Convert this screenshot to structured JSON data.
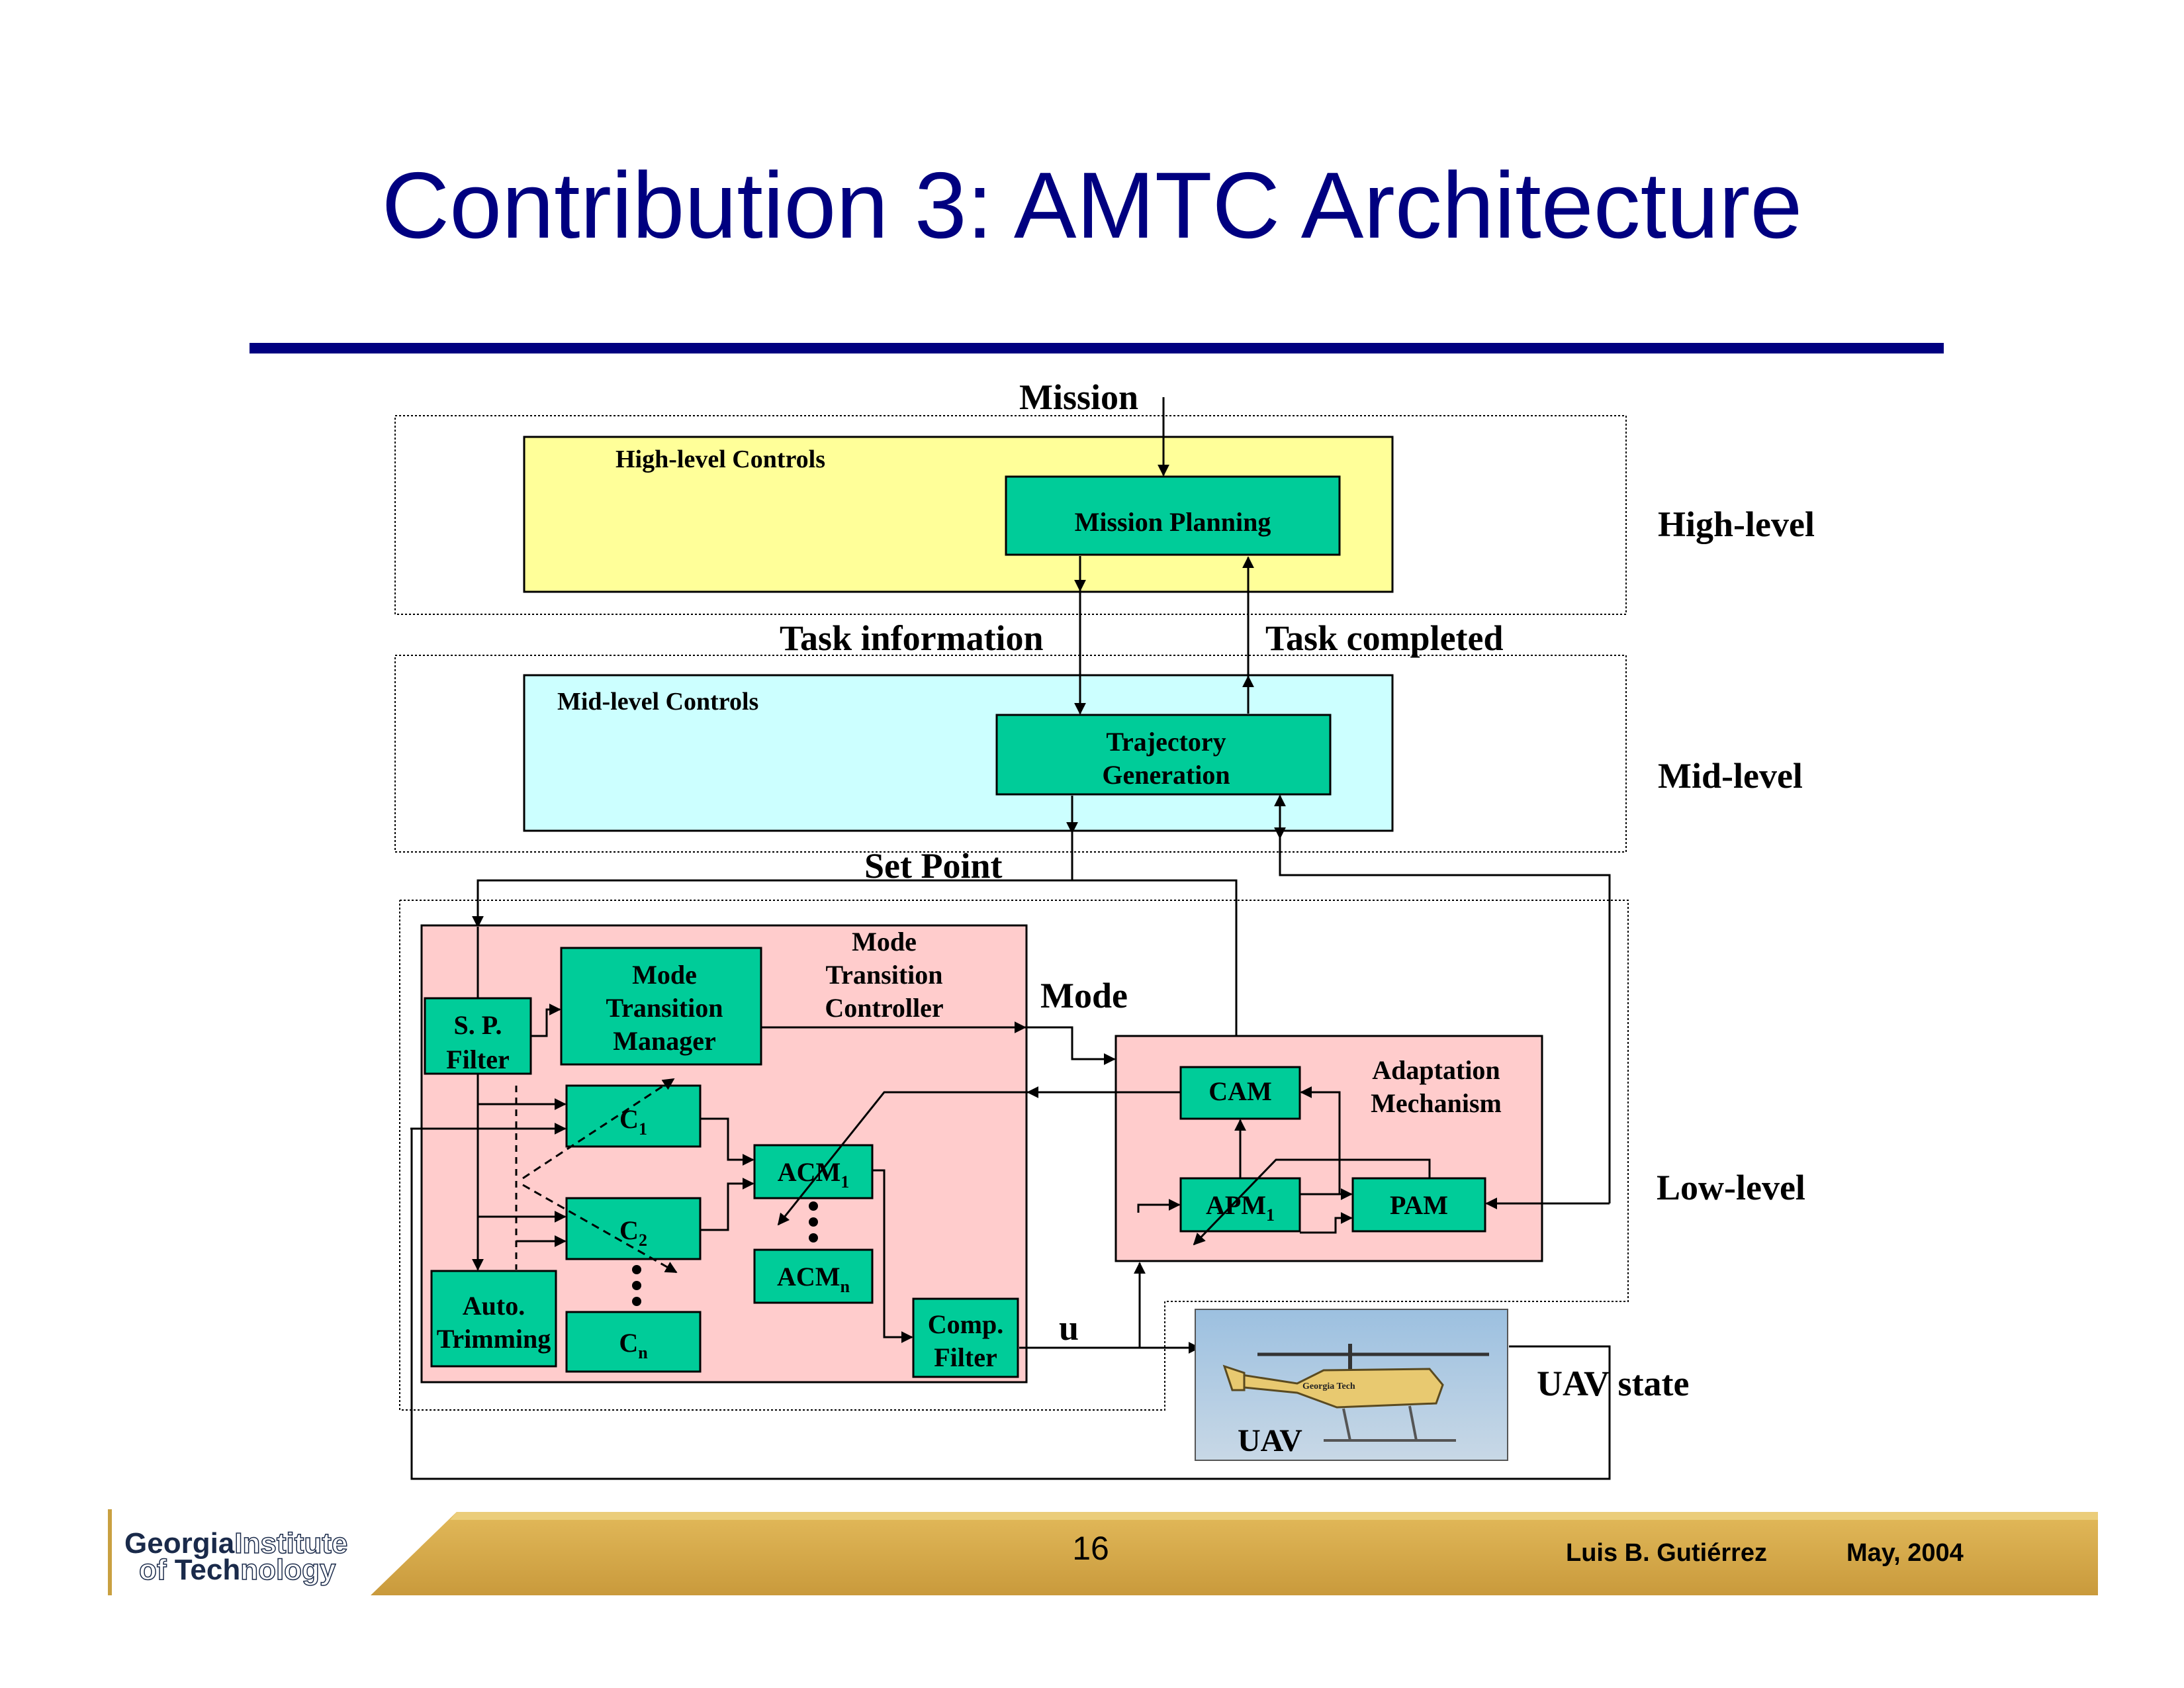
{
  "slide": {
    "title": "Contribution 3: AMTC Architecture",
    "page_number": "16",
    "author": "Luis B. Gutiérrez",
    "date": "May, 2004",
    "logo": {
      "line1_a": "Georgia",
      "line1_b": "Institute",
      "line2_a": "of ",
      "line2_b": "Tech",
      "line2_c": "nology"
    }
  },
  "diagram": {
    "mission": "Mission",
    "high_level_controls": "High-level Controls",
    "mission_planning": "Mission Planning",
    "level_high": "High-level",
    "task_information": "Task information",
    "task_completed": "Task completed",
    "mid_level_controls": "Mid-level Controls",
    "trajectory_generation": [
      "Trajectory",
      "Generation"
    ],
    "level_mid": "Mid-level",
    "set_point": "Set Point",
    "mtc": [
      "Mode",
      "Transition",
      "Controller"
    ],
    "mtm": [
      "Mode",
      "Transition",
      "Manager"
    ],
    "sp_filter": [
      "S. P.",
      "Filter"
    ],
    "mode": "Mode",
    "c1": "C1",
    "c2": "C2",
    "cn": "Cn",
    "acm1": "ACM1",
    "acmn": "ACMn",
    "auto_trimming": [
      "Auto.",
      "Trimming"
    ],
    "comp_filter": [
      "Comp.",
      "Filter"
    ],
    "u": "u",
    "cam": "CAM",
    "adaptation_mechanism": [
      "Adaptation",
      "Mechanism"
    ],
    "apm1": "APM1",
    "pam": "PAM",
    "level_low": "Low-level",
    "uav_state": "UAV state",
    "uav": "UAV",
    "heli_text": "Georgia Tech"
  },
  "colors": {
    "title": "#000080",
    "high_level_fill": "#ffff99",
    "mid_level_fill": "#ccffff",
    "low_level_fill": "#ffcccc",
    "block_fill": "#00cc99",
    "footer_band": "#d4a84b"
  }
}
